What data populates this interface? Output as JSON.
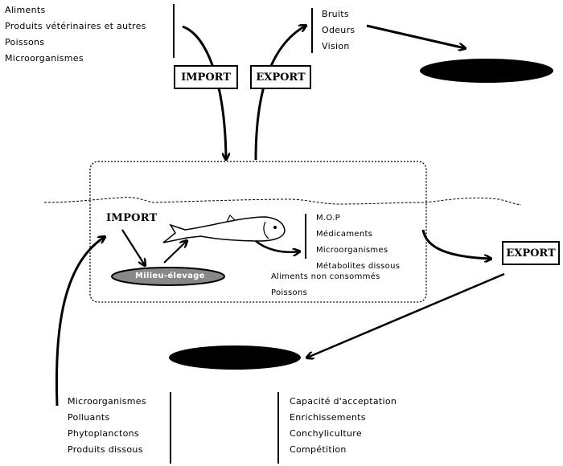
{
  "top_left_inputs": [
    "Aliments",
    "Produits vétérinaires et autres",
    "Poissons",
    "Microorganismes"
  ],
  "top_import_label": "IMPORT",
  "top_export_label": "EXPORT",
  "top_right_outputs": [
    "Bruits",
    "Odeurs",
    "Vision"
  ],
  "farm": {
    "import_label": "IMPORT",
    "environment_label": "Milieu-élevage",
    "outputs": [
      "M.O.P",
      "Médicaments",
      "Microorganismes",
      "Métabolites dissous"
    ],
    "other_outputs": [
      "Aliments non consommés",
      "Poissons"
    ]
  },
  "right_export_label": "EXPORT",
  "bottom_left_inputs": [
    "Microorganismes",
    "Polluants",
    "Phytoplanctons",
    "Produits dissous"
  ],
  "bottom_right_effects": [
    "Capacité d'acceptation",
    "Enrichissements",
    "Conchyliculture",
    "Compétition"
  ]
}
